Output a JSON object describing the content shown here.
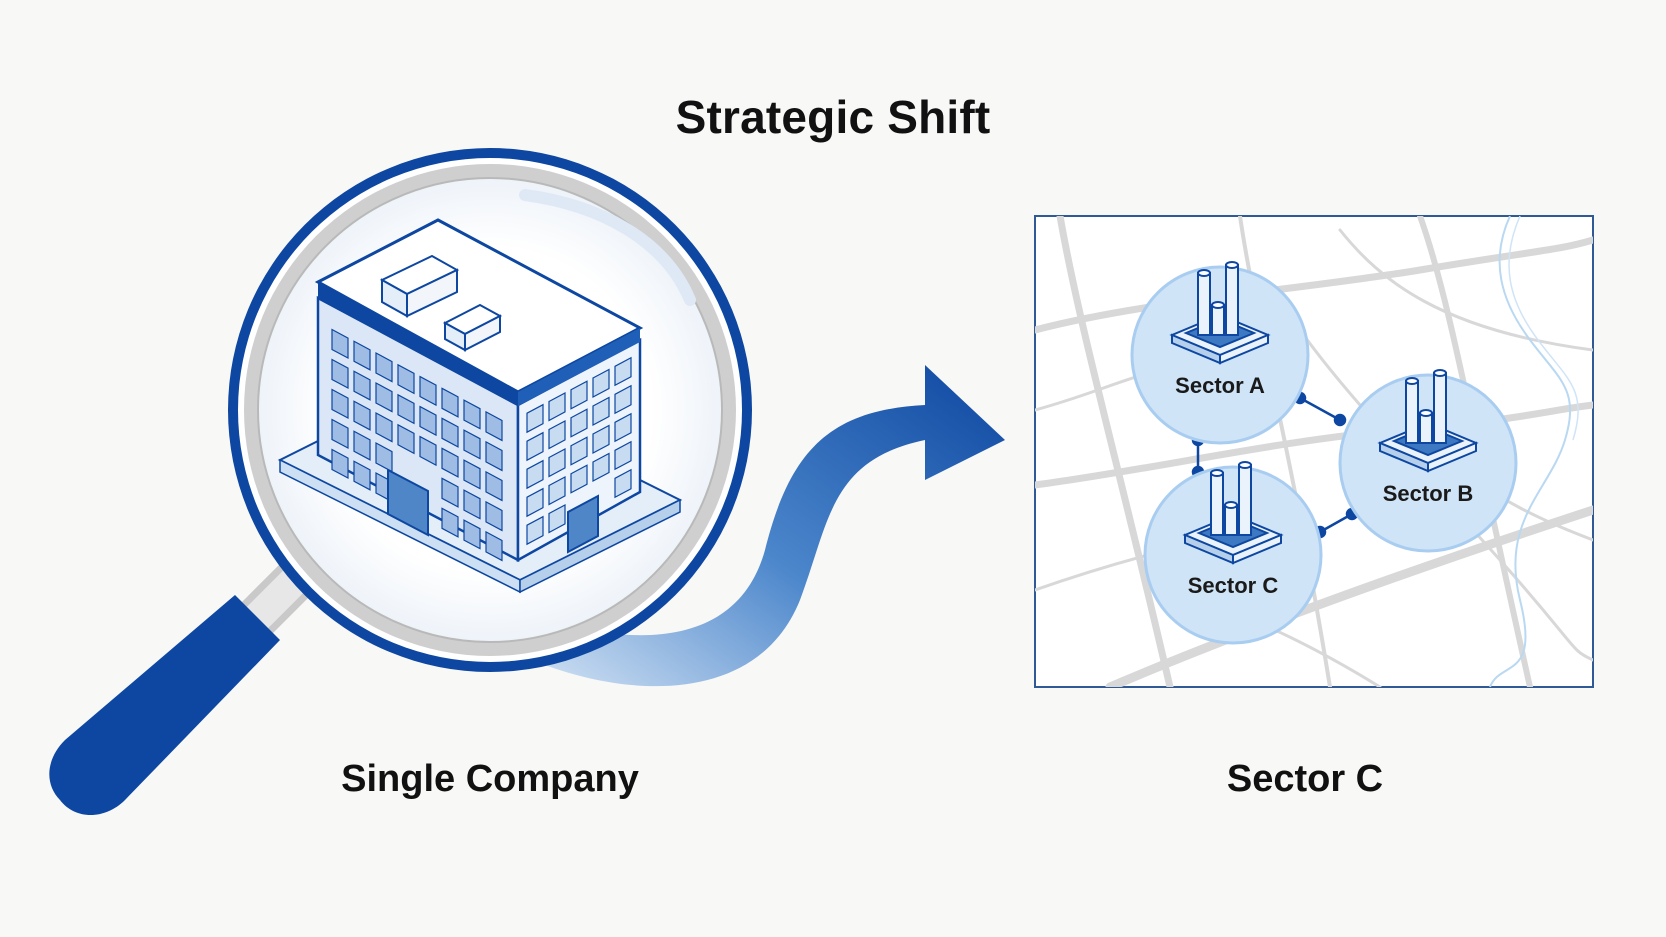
{
  "title": "Strategic Shift",
  "left_caption": "Single Company",
  "right_caption": "Sector C",
  "sectors": [
    {
      "id": "a",
      "label": "Sector A"
    },
    {
      "id": "b",
      "label": "Sector B"
    },
    {
      "id": "c",
      "label": "Sector C"
    }
  ],
  "colors": {
    "primary_blue": "#0d47a1",
    "light_blue": "#cfe4f7",
    "map_lines": "#d5d5d5",
    "text": "#111111"
  },
  "icons": {
    "magnifier": "magnifying-glass-icon",
    "building": "office-building-icon",
    "arrow": "curved-arrow-icon",
    "map": "city-map",
    "factory": "factory-icon"
  }
}
